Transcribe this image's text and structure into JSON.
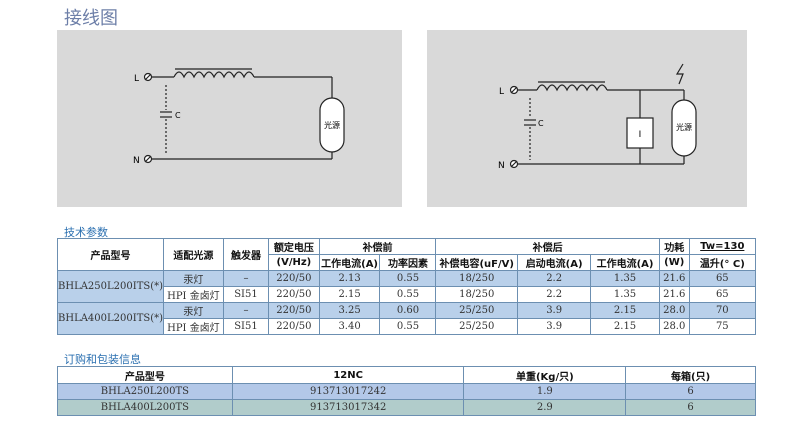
{
  "page_title": "接线图",
  "diagram1": {
    "label_L": "L",
    "label_N": "N",
    "label_C": "C",
    "lamp": "光源"
  },
  "diagram2": {
    "label_L": "L",
    "label_N": "N",
    "label_C": "C",
    "lamp": "光源",
    "igniter": "I"
  },
  "tech_title": "技术参数",
  "spec_headers": {
    "model": "产品型号",
    "lamp": "适配光源",
    "igniter": "触发器",
    "rated_voltage": "额定电压",
    "rated_voltage_unit": "(V/Hz)",
    "before": "补偿前",
    "current_before": "工作电流(A)",
    "power_factor": "功率因素",
    "after": "补偿后",
    "capacitor": "补偿电容(uF/V)",
    "start_current": "启动电流(A)",
    "current_after": "工作电流(A)",
    "loss": "功耗",
    "loss_unit": "(W)",
    "tw": "Tw=130",
    "temp_rise": "温升(° C)"
  },
  "spec_rows": [
    {
      "model": "BHLA250L200ITS(*)",
      "lamp": "汞灯",
      "igniter": "–",
      "voltage": "220/50",
      "current_before": "2.13",
      "pf": "0.55",
      "cap": "18/250",
      "start": "2.2",
      "current_after": "1.35",
      "loss": "21.6",
      "temp": "65"
    },
    {
      "lamp": "HPI 金卤灯",
      "igniter": "SI51",
      "voltage": "220/50",
      "current_before": "2.15",
      "pf": "0.55",
      "cap": "18/250",
      "start": "2.2",
      "current_after": "1.35",
      "loss": "21.6",
      "temp": "65"
    },
    {
      "model": "BHLA400L200ITS(*)",
      "lamp": "汞灯",
      "igniter": "–",
      "voltage": "220/50",
      "current_before": "3.25",
      "pf": "0.60",
      "cap": "25/250",
      "start": "3.9",
      "current_after": "2.15",
      "loss": "28.0",
      "temp": "70"
    },
    {
      "lamp": "HPI 金卤灯",
      "igniter": "SI51",
      "voltage": "220/50",
      "current_before": "3.40",
      "pf": "0.55",
      "cap": "25/250",
      "start": "3.9",
      "current_after": "2.15",
      "loss": "28.0",
      "temp": "75"
    }
  ],
  "order_title": "订购和包装信息",
  "order_headers": {
    "model": "产品型号",
    "nc": "12NC",
    "weight": "单重(Kg/只)",
    "per_box": "每箱(只)"
  },
  "order_rows": [
    {
      "model": "BHLA250L200TS",
      "nc": "913713017242",
      "weight": "1.9",
      "per_box": "6"
    },
    {
      "model": "BHLA400L200TS",
      "nc": "913713017342",
      "weight": "2.9",
      "per_box": "6"
    }
  ]
}
